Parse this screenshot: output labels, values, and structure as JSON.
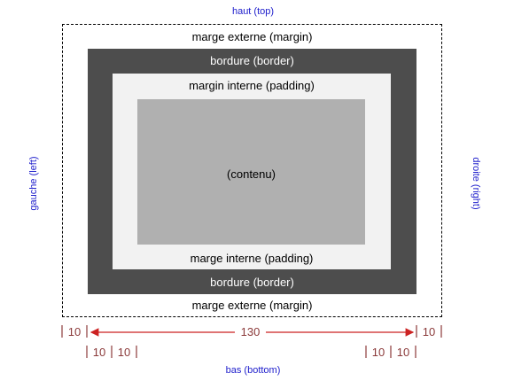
{
  "labels": {
    "top": "haut (top)",
    "bottom": "bas (bottom)",
    "left": "gauche (left)",
    "right": "droite (right)",
    "margin_top": "marge externe (margin)",
    "margin_bottom": "marge externe (margin)",
    "border_top": "bordure (border)",
    "border_bottom": "bordure (border)",
    "padding_top": "margin interne (padding)",
    "padding_bottom": "marge interne (padding)",
    "content": "(contenu)"
  },
  "measurements": {
    "width": "130",
    "left_margin": "10",
    "right_margin": "10",
    "left_border": "10",
    "left_padding": "10",
    "right_padding": "10",
    "right_border": "10"
  },
  "colors": {
    "border": "#4d4d4d",
    "padding": "#f2f2f2",
    "content": "#b0b0b0",
    "side_labels": "#2020cc",
    "measure_text": "#8b3a3a",
    "arrow": "#cc2222"
  }
}
